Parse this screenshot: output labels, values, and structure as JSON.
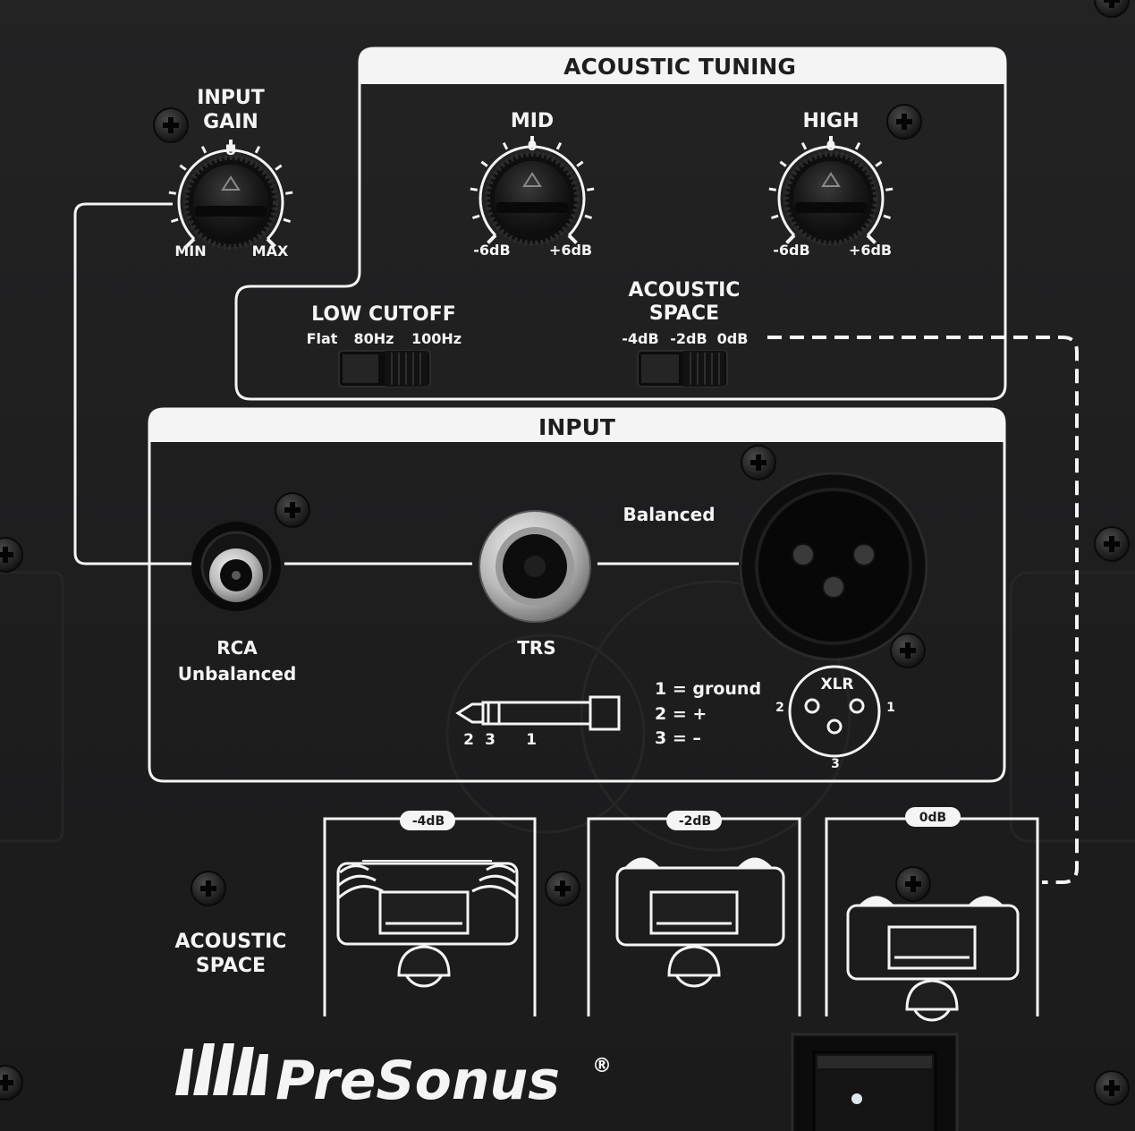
{
  "acoustic_tuning": {
    "title": "ACOUSTIC TUNING",
    "mid": {
      "label": "MID",
      "center": "0",
      "min": "-6dB",
      "max": "+6dB"
    },
    "high": {
      "label": "HIGH",
      "center": "0",
      "min": "-6dB",
      "max": "+6dB"
    },
    "low_cutoff": {
      "label": "LOW CUTOFF",
      "options": [
        "Flat",
        "80Hz",
        "100Hz"
      ]
    },
    "acoustic_space": {
      "label_line1": "ACOUSTIC",
      "label_line2": "SPACE",
      "options": [
        "-4dB",
        "-2dB",
        "0dB"
      ]
    }
  },
  "input_gain": {
    "label_line1": "INPUT",
    "label_line2": "GAIN",
    "center": "U",
    "min": "MIN",
    "max": "MAX"
  },
  "input": {
    "title": "INPUT",
    "rca_line1": "RCA",
    "rca_line2": "Unbalanced",
    "trs": "TRS",
    "balanced": "Balanced",
    "trs_pins": [
      "2",
      "3",
      "1"
    ],
    "pinout": [
      "1 = ground",
      "2 = +",
      "3 = –"
    ],
    "xlr": {
      "label": "XLR",
      "pin1": "1",
      "pin2": "2",
      "pin3": "3"
    }
  },
  "acoustic_space_diagrams": {
    "label_line1": "ACOUSTIC",
    "label_line2": "SPACE",
    "tabs": [
      "-4dB",
      "-2dB",
      "0dB"
    ]
  },
  "brand": {
    "name": "PreSonus",
    "registered": "®"
  },
  "colors": {
    "panel": "#1e1e1f",
    "print": "#f4f4f4",
    "knob": "#151515"
  }
}
